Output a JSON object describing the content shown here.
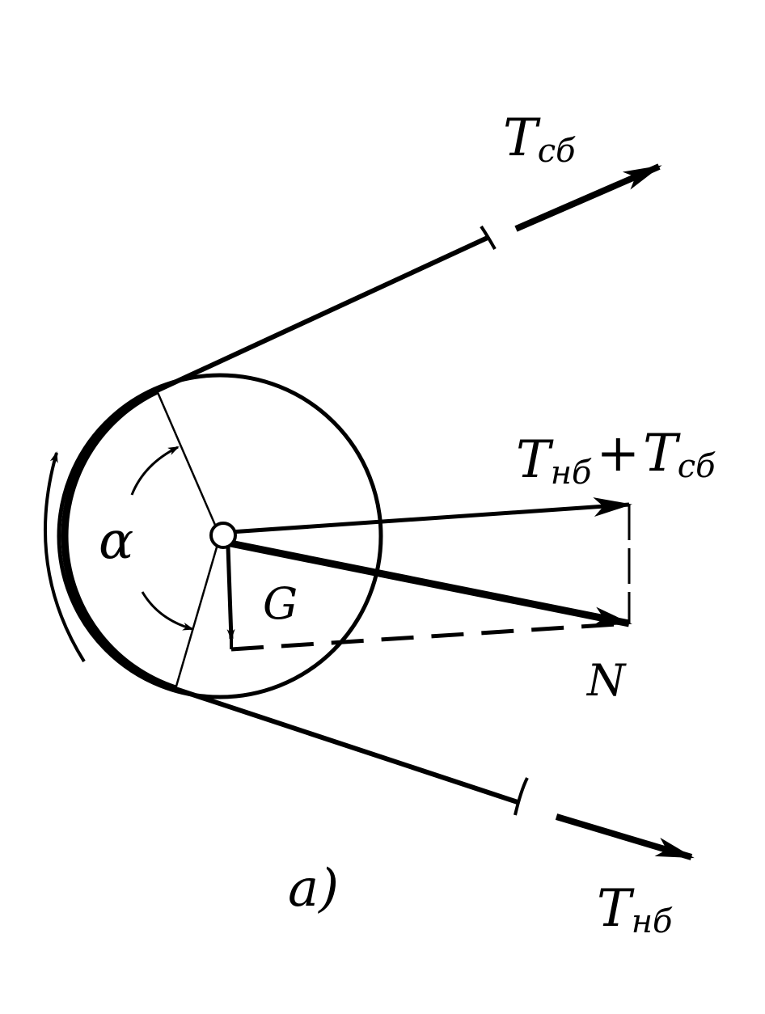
{
  "figure": {
    "caption": "a)",
    "labels": {
      "slack_tension": {
        "main": "T",
        "sub": "сб"
      },
      "tight_tension": {
        "main": "T",
        "sub": "нб"
      },
      "resultant_sum": {
        "main1": "T",
        "sub1": "нб",
        "plus": "+",
        "main2": "T",
        "sub2": "сб"
      },
      "wrap_angle": "α",
      "weight": "G",
      "normal_force": "N"
    },
    "ink_color": "#000000",
    "background_color": "#ffffff"
  }
}
